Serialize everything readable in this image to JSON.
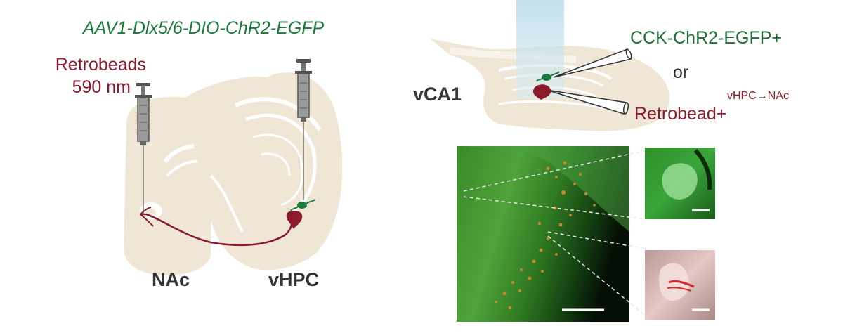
{
  "labels": {
    "virus": "AAV1-Dlx5/6-DIO-ChR2-EGFP",
    "retrobeads_line1": "Retrobeads",
    "retrobeads_line2": "590 nm",
    "nac": "NAc",
    "vhpc": "vHPC",
    "vca1": "vCA1",
    "cck": "CCK-ChR2-EGFP+",
    "or": "or",
    "projection": "vHPC→NAc",
    "retrobead_pos": "Retrobead+"
  },
  "colors": {
    "tissue": "#efe6d6",
    "tissue_white": "#ffffff",
    "retrobead_red": "#8b1a2b",
    "chr2_green": "#1a7a3c",
    "syringe_gray": "#6b6b6b",
    "light_blue": "#cfe6ef"
  }
}
